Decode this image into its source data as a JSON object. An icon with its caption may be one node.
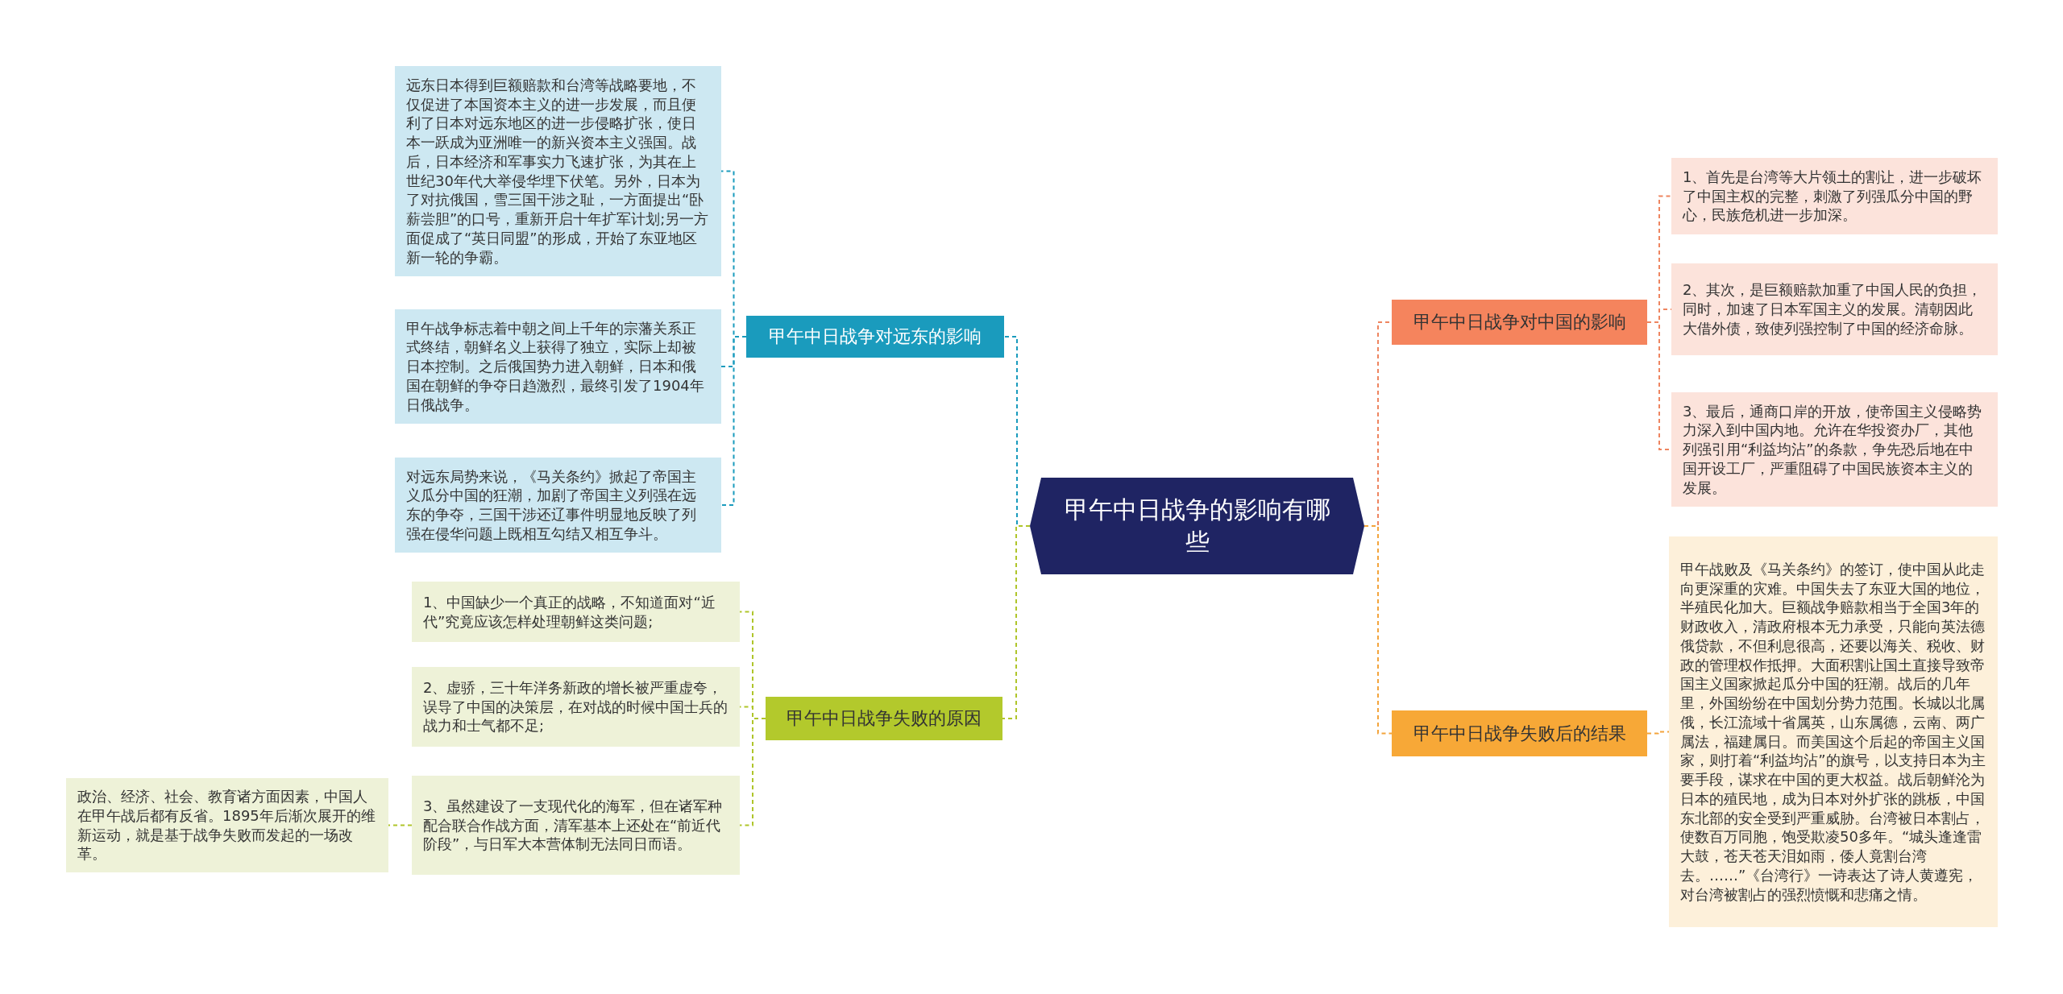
{
  "diagram": {
    "nodes": [
      {
        "text": [
          "甲午中日战争的影响有哪些"
        ]
      },
      {
        "text": [
          "甲午中日战争对远东的影响"
        ]
      },
      {
        "text": [
          "远东日本得到巨额赔款和台湾等战略要地，不仅促进了本国资本主义的进一步发展，而且便利了日本对远东地区的进一步侵略扩张，使日本一跃成为亚洲唯一的新兴资本主义强国。战后，日本经济和军事实力飞速扩张，为其在上世纪30年代大举侵华埋下伏笔。另外，日本为了对抗俄国，雪三国干涉之耻，一方面提出“卧薪尝胆”的口号，重新开启十年扩军计划;另一方面促成了“英日同盟”的形成，开始了东亚地区新一轮的争霸。"
        ]
      },
      {
        "text": [
          "甲午战争标志着中朝之间上千年的宗藩关系正式终结，朝鲜名义上获得了独立，实际上却被日本控制。之后俄国势力进入朝鲜，日本和俄国在朝鲜的争夺日趋激烈，最终引发了1904年日俄战争。"
        ]
      },
      {
        "text": [
          "对远东局势来说，《马关条约》掀起了帝国主义瓜分中国的狂潮，加剧了帝国主义列强在远东的争夺，三国干涉还辽事件明显地反映了列强在侵华问题上既相互勾结又相互争斗。"
        ]
      },
      {
        "text": [
          "甲午中日战争失败的原因"
        ]
      },
      {
        "text": [
          "1、中国缺少一个真正的战略，不知道面对“近代”究竟应该怎样处理朝鲜这类问题;"
        ]
      },
      {
        "text": [
          "2、虚骄，三十年洋务新政的增长被严重虚夸，误导了中国的决策层，在对战的时候中国士兵的战力和士气都不足;"
        ]
      },
      {
        "text": [
          "3、虽然建设了一支现代化的海军，但在诸军种配合联合作战方面，清军基本上还处在“前近代阶段”，与日军大本营体制无法同日而语。"
        ]
      },
      {
        "text": [
          "政治、经济、社会、教育诸方面因素，中国人在甲午战后都有反省。1895年后渐次展开的维新运动，就是基于战争失败而发起的一场改革。"
        ]
      },
      {
        "text": [
          "甲午中日战争对中国的影响"
        ]
      },
      {
        "text": [
          "1、首先是台湾等大片领土的割让，进一步破坏了中国主权的完整，刺激了列强瓜分中国的野心，民族危机进一步加深。"
        ]
      },
      {
        "text": [
          "2、其次，是巨额赔款加重了中国人民的负担，同时，加速了日本军国主义的发展。清朝因此大借外债，致使列强控制了中国的经济命脉。"
        ]
      },
      {
        "text": [
          "3、最后，通商口岸的开放，使帝国主义侵略势力深入到中国内地。允许在华投资办厂，其他列强引用“利益均沾”的条款，争先恐后地在中国开设工厂，严重阻碍了中国民族资本主义的发展。"
        ]
      },
      {
        "text": [
          "甲午中日战争失败后的结果"
        ]
      },
      {
        "text": [
          "甲午战败及《马关条约》的签订，使中国从此走向更深重的灾难。中国失去了东亚大国的地位，半殖民化加大。巨额战争赔款相当于全国3年的财政收入，清政府根本无力承受，只能向英法德俄贷款，不但利息很高，还要以海关、税收、财政的管理权作抵押。大面积割让国土直接导致帝国主义国家掀起瓜分中国的狂潮。战后的几年里，外国纷纷在中国划分势力范围。长城以北属俄，长江流域十省属英，山东属德，云南、两广属法，福建属日。而美国这个后起的帝国主义国家，则打着“利益均沾”的旗号，以支持日本为主要手段，谋求在中国的更大权益。战后朝鲜沦为日本的殖民地，成为日本对外扩张的跳板，中国东北部的安全受到严重威胁。台湾被日本割占，使数百万同胞，饱受欺凌50多年。“城头逢逢雷大鼓，苍天苍天泪如雨，倭人竟割台湾去。……”《台湾行》一诗表达了诗人黄遵宪，对台湾被割占的强烈愤慨和悲痛之情。"
        ]
      }
    ],
    "edges": [
      {
        "from": 0,
        "to": 1,
        "arrow": "none",
        "style": "dashed",
        "color": "#1a9bbd"
      },
      {
        "from": 1,
        "to": 2,
        "arrow": "none",
        "style": "dashed",
        "color": "#1a9bbd"
      },
      {
        "from": 1,
        "to": 3,
        "arrow": "none",
        "style": "dashed",
        "color": "#1a9bbd"
      },
      {
        "from": 1,
        "to": 4,
        "arrow": "none",
        "style": "dashed",
        "color": "#1a9bbd"
      },
      {
        "from": 0,
        "to": 5,
        "arrow": "none",
        "style": "dashed",
        "color": "#afc52a"
      },
      {
        "from": 5,
        "to": 6,
        "arrow": "none",
        "style": "dashed",
        "color": "#afc52a"
      },
      {
        "from": 5,
        "to": 7,
        "arrow": "none",
        "style": "dashed",
        "color": "#afc52a"
      },
      {
        "from": 5,
        "to": 8,
        "arrow": "none",
        "style": "dashed",
        "color": "#afc52a"
      },
      {
        "from": 8,
        "to": 9,
        "arrow": "none",
        "style": "dashed",
        "color": "#afc52a"
      },
      {
        "from": 0,
        "to": 10,
        "arrow": "none",
        "style": "dashed",
        "color": "#ee8560"
      },
      {
        "from": 10,
        "to": 11,
        "arrow": "none",
        "style": "dashed",
        "color": "#ee8560"
      },
      {
        "from": 10,
        "to": 12,
        "arrow": "none",
        "style": "dashed",
        "color": "#ee8560"
      },
      {
        "from": 10,
        "to": 13,
        "arrow": "none",
        "style": "dashed",
        "color": "#ee8560"
      },
      {
        "from": 0,
        "to": 14,
        "arrow": "none",
        "style": "dashed",
        "color": "#f3a43c"
      },
      {
        "from": 14,
        "to": 15,
        "arrow": "none",
        "style": "dashed",
        "color": "#f3a43c"
      }
    ]
  }
}
